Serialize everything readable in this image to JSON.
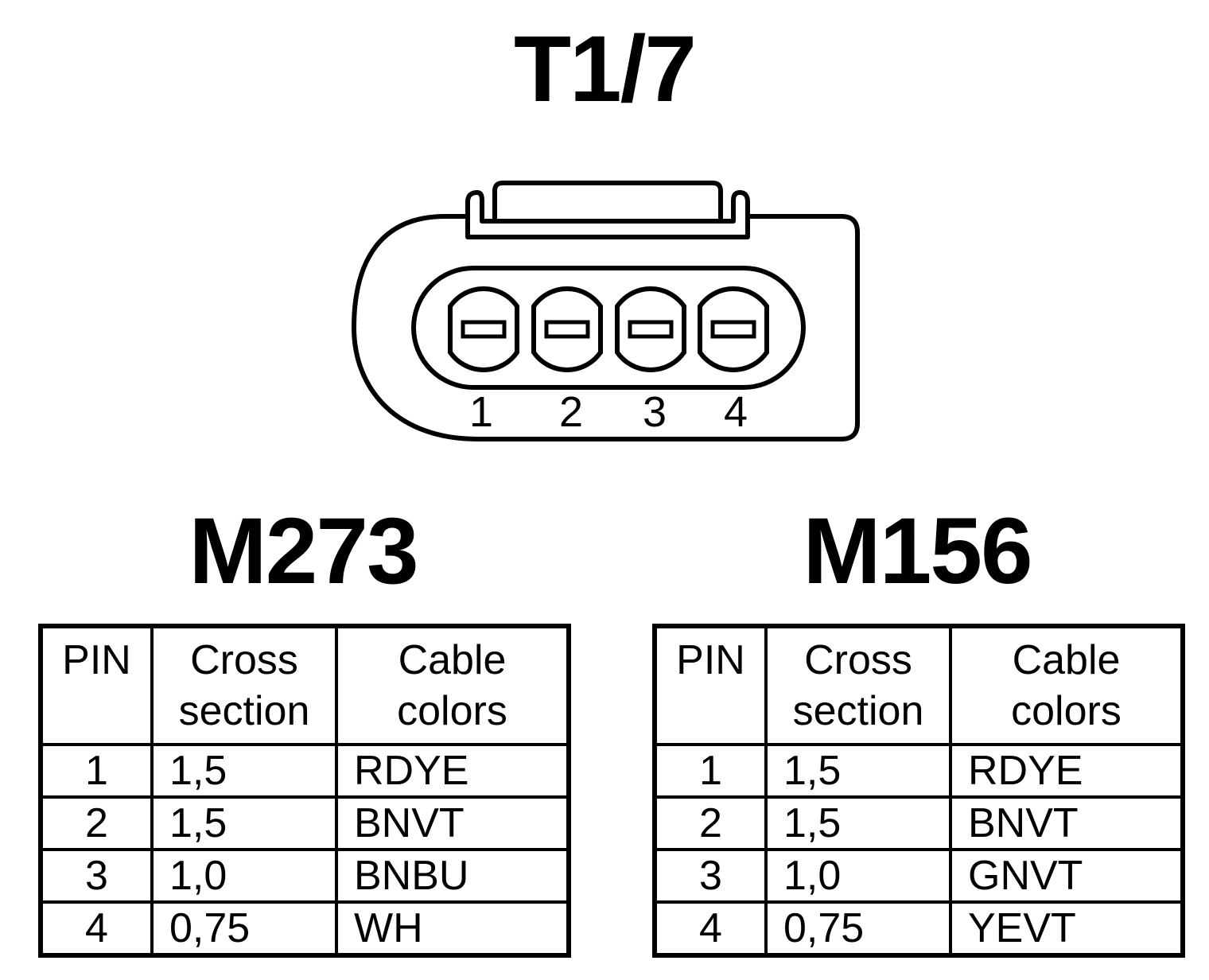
{
  "title": "T1/7",
  "connector": {
    "pin_labels": [
      "1",
      "2",
      "3",
      "4"
    ]
  },
  "tables": [
    {
      "model": "M273",
      "headers": {
        "pin": "PIN",
        "cross_section": [
          "Cross",
          "section"
        ],
        "cable_colors": [
          "Cable",
          "colors"
        ]
      },
      "rows": [
        {
          "pin": "1",
          "cross_section": "1,5",
          "color": "RDYE"
        },
        {
          "pin": "2",
          "cross_section": "1,5",
          "color": "BNVT"
        },
        {
          "pin": "3",
          "cross_section": "1,0",
          "color": "BNBU"
        },
        {
          "pin": "4",
          "cross_section": "0,75",
          "color": "WH"
        }
      ]
    },
    {
      "model": "M156",
      "headers": {
        "pin": "PIN",
        "cross_section": [
          "Cross",
          "section"
        ],
        "cable_colors": [
          "Cable",
          "colors"
        ]
      },
      "rows": [
        {
          "pin": "1",
          "cross_section": "1,5",
          "color": "RDYE"
        },
        {
          "pin": "2",
          "cross_section": "1,5",
          "color": "BNVT"
        },
        {
          "pin": "3",
          "cross_section": "1,0",
          "color": "GNVT"
        },
        {
          "pin": "4",
          "cross_section": "0,75",
          "color": "YEVT"
        }
      ]
    }
  ]
}
